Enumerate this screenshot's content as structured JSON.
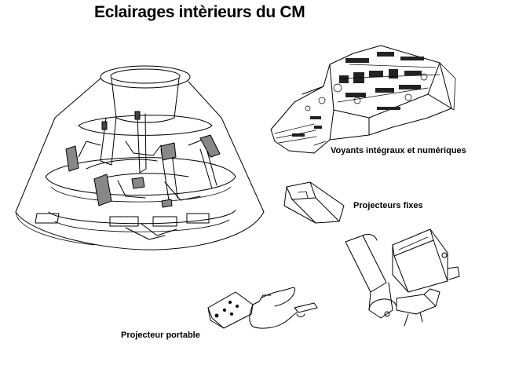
{
  "diagram": {
    "title": "Eclairages intèrieurs du CM",
    "labels": {
      "panels": "Voyants intégraux et numériques",
      "fixed": "Projecteurs fixes",
      "portable": "Projecteur portable"
    }
  }
}
